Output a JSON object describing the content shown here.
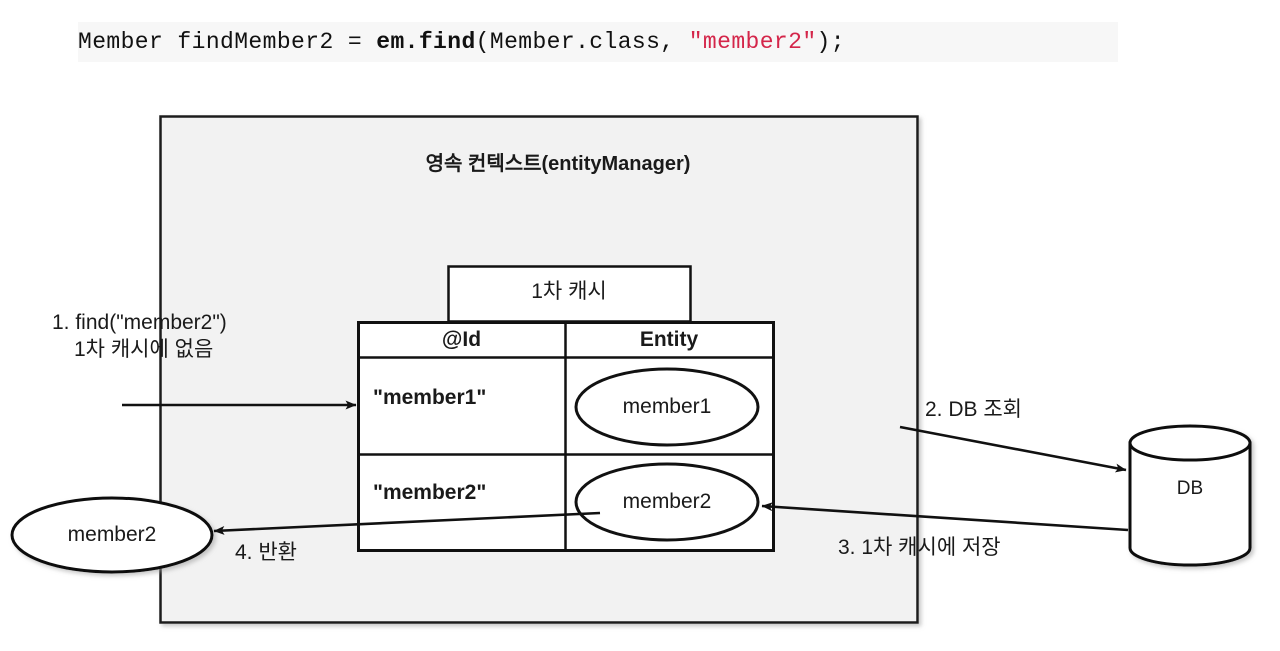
{
  "code": {
    "name": "jpa-find-snippet",
    "parts": [
      {
        "text": "Member findMember2 = ",
        "style": "plain"
      },
      {
        "text": "em.find",
        "style": "bold"
      },
      {
        "text": "(Member.class, ",
        "style": "plain"
      },
      {
        "text": "\"member2\"",
        "style": "string"
      },
      {
        "text": ");",
        "style": "plain"
      }
    ],
    "full_text": "Member findMember2 = em.find(Member.class, \"member2\");",
    "string_color": "#d4264a",
    "background": "#f7f7f7"
  },
  "diagram": {
    "context": {
      "title": "영속 컨텍스트(entityManager)",
      "background": "#f2f2f2",
      "border_color": "#1a1a1a"
    },
    "cache": {
      "tab_label": "1차 캐시",
      "columns": [
        "@Id",
        "Entity"
      ],
      "rows": [
        {
          "id": "\"member1\"",
          "entity": "member1"
        },
        {
          "id": "\"member2\"",
          "entity": "member2"
        }
      ]
    },
    "database": {
      "label": "DB"
    },
    "returned_entity": {
      "label": "member2"
    },
    "steps": [
      {
        "n": "1",
        "line1": "1. find(\"member2\")",
        "line2": "1차 캐시에 없음"
      },
      {
        "n": "2",
        "line1": "2. DB 조회",
        "line2": ""
      },
      {
        "n": "3",
        "line1": "3. 1차 캐시에 저장",
        "line2": ""
      },
      {
        "n": "4",
        "line1": "4. 반환",
        "line2": ""
      }
    ]
  }
}
